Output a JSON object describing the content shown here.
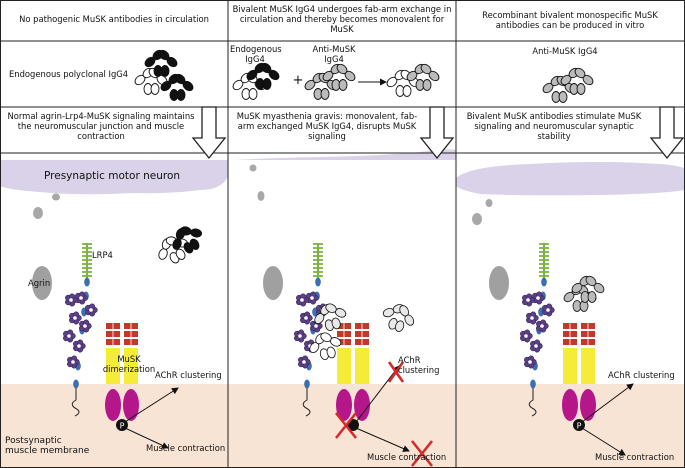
{
  "panels": [
    {
      "header": "No pathogenic MuSK antibodies in circulation",
      "antibody_label": "Endogenous polyclonal IgG4",
      "mechanism": "Normal agrin-Lrp4-MuSK signaling maintains the neuromuscular junction and muscle contraction",
      "neuron_label": "Presynaptic motor neuron",
      "labels": {
        "lrp4": "LRP4",
        "agrin": "Agrin",
        "musk": "MuSK dimerization",
        "achr": "AChR clustering",
        "contraction": "Muscle contraction",
        "membrane": "Postsynaptic muscle membrane",
        "p": "P"
      }
    },
    {
      "header": "Bivalent MuSK IgG4 undergoes fab-arm exchange in circulation and thereby becomes monovalent for MuSK",
      "antibody_label_1": "Endogenous IgG4",
      "antibody_label_2": "Anti-MuSK IgG4",
      "plus": "+",
      "mechanism": "MuSK myasthenia gravis: monovalent, fab-arm exchanged MuSK IgG4, disrupts MuSK signaling",
      "labels": {
        "achr": "AChR clustering",
        "contraction": "Muscle contraction"
      }
    },
    {
      "header": "Recombinant bivalent monospecific MuSK antibodies can be produced in vitro",
      "antibody_label": "Anti-MuSK IgG4",
      "mechanism": "Bivalent MuSK antibodies stimulate MuSK signaling and neuromuscular synaptic stability",
      "labels": {
        "achr": "AChR clustering",
        "contraction": "Muscle contraction",
        "p": "P"
      }
    }
  ],
  "colors": {
    "neuron": "#d9d2e9",
    "membrane": "#f8e4d4",
    "lrp4": "#7cb342",
    "musk_block": "#c0392b",
    "musk_tm": "#f5ec3a",
    "achr": "#b5178a",
    "agrin_bead": "#5b3f86",
    "stem": "#3a6fb0",
    "agrin_oval": "#a0a0a0",
    "cross": "#d42a2a"
  }
}
